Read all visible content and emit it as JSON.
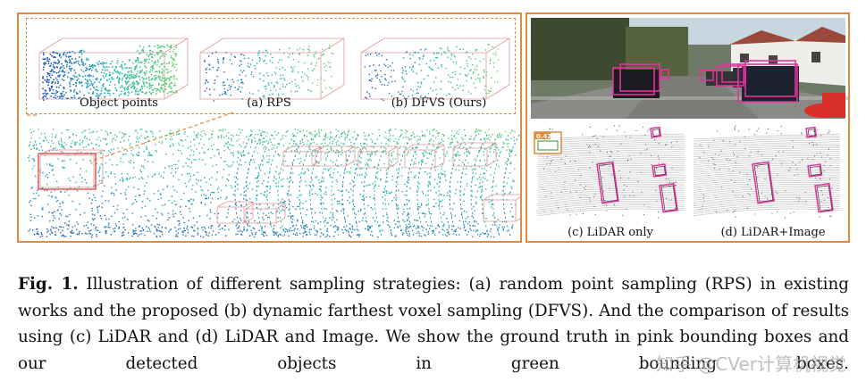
{
  "subfigures": {
    "object_points": "Object points",
    "rps": "(a) RPS",
    "dfvs": "(b) DFVS (Ours)",
    "lidar_only": "(c) LiDAR only",
    "lidar_image": "(d) LiDAR+Image"
  },
  "score_badge": "0.42",
  "caption": {
    "label": "Fig. 1.",
    "text": " Illustration of different sampling strategies: (a) random point sampling (RPS) in existing works and the proposed (b) dynamic farthest voxel sampling (DFVS). And the comparison of results using (c) LiDAR and (d) LiDAR and Image. We show the ground truth in pink bounding boxes and our detected objects in green bounding boxes."
  },
  "watermark": "知乎 @CVer计算机视觉",
  "colors": {
    "panel_border": "#e08a3c",
    "ground_truth_box": "#e6309a",
    "points_blue": "#1f4fb8",
    "points_teal": "#1fb3b3",
    "points_green": "#6fd36a"
  }
}
